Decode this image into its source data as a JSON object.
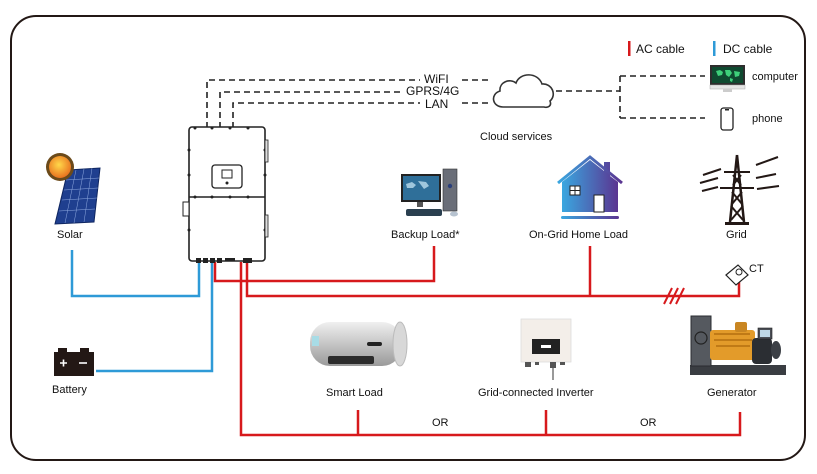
{
  "legend": {
    "ac_cable": {
      "label": "AC cable",
      "color": "#d7191c"
    },
    "dc_cable": {
      "label": "DC cable",
      "color": "#2e9ad7"
    }
  },
  "communication": {
    "links": [
      "WiFI",
      "GPRS/4G",
      "LAN"
    ],
    "cloud_label": "Cloud services",
    "devices": [
      {
        "label": "computer",
        "icon": "computer-icon"
      },
      {
        "label": "phone",
        "icon": "phone-icon"
      }
    ]
  },
  "components": {
    "solar": {
      "label": "Solar",
      "icon": "solar-panel-icon"
    },
    "battery": {
      "label": "Battery",
      "icon": "battery-icon"
    },
    "inverter": {
      "icon": "hybrid-inverter-icon"
    },
    "backup_load": {
      "label": "Backup Load*",
      "icon": "desktop-pc-icon"
    },
    "on_grid_home_load": {
      "label": "On-Grid Home Load",
      "icon": "house-icon"
    },
    "grid": {
      "label": "Grid",
      "icon": "power-tower-icon"
    },
    "ct": {
      "label": "CT",
      "icon": "ct-clamp-icon"
    },
    "smart_load": {
      "label": "Smart Load",
      "icon": "water-heater-icon"
    },
    "grid_connected_inverter": {
      "label": "Grid-connected Inverter",
      "icon": "string-inverter-icon"
    },
    "generator": {
      "label": "Generator",
      "icon": "generator-icon"
    }
  },
  "or_labels": [
    "OR",
    "OR"
  ],
  "colors": {
    "frame": "#231815",
    "ac": "#d7191c",
    "dc": "#2e9ad7"
  }
}
